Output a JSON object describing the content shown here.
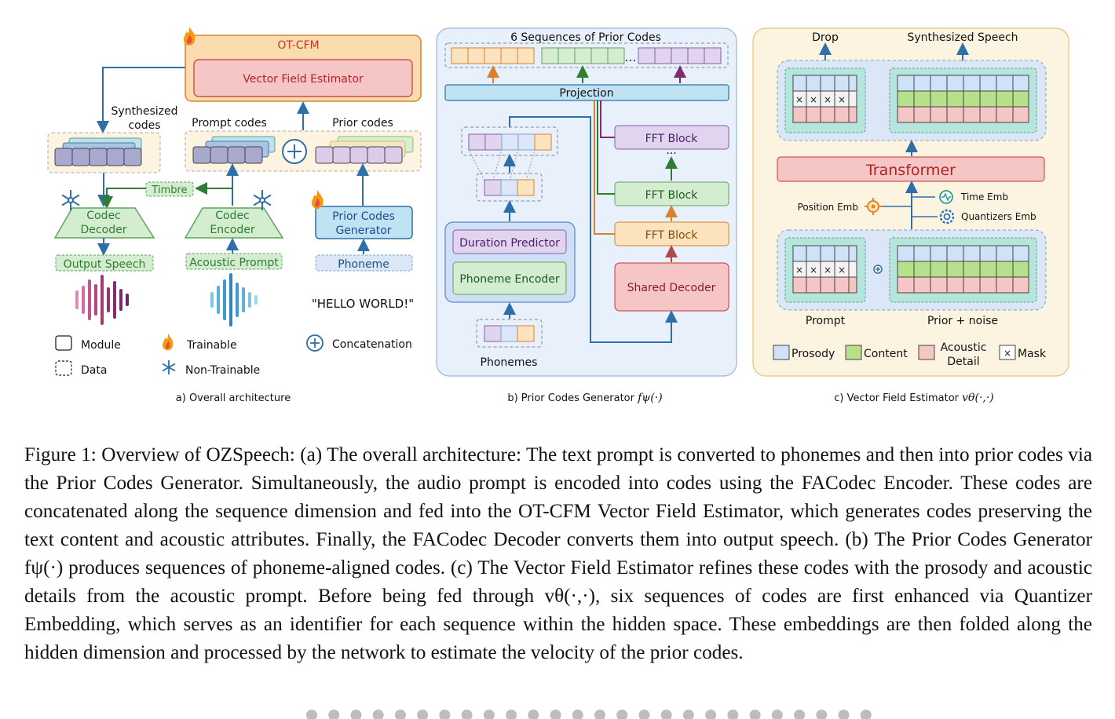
{
  "panel_a": {
    "ot_cfm": "OT-CFM",
    "vfe": "Vector Field Estimator",
    "synth_codes_1": "Synthesized",
    "synth_codes_2": "codes",
    "prompt_codes": "Prompt codes",
    "prior_codes": "Prior codes",
    "timbre": "Timbre",
    "codec_decoder_1": "Codec",
    "codec_decoder_2": "Decoder",
    "codec_encoder_1": "Codec",
    "codec_encoder_2": "Encoder",
    "pcg_1": "Prior Codes",
    "pcg_2": "Generator",
    "output_speech": "Output Speech",
    "acoustic_prompt": "Acoustic Prompt",
    "phoneme": "Phoneme",
    "hello": "\"HELLO WORLD!\"",
    "legend_module": "Module",
    "legend_trainable": "Trainable",
    "legend_concat": "Concatenation",
    "legend_data": "Data",
    "legend_nontrainable": "Non-Trainable",
    "caption": "a) Overall architecture"
  },
  "panel_b": {
    "title": "6 Sequences of Prior Codes",
    "projection": "Projection",
    "fft1": "FFT Block",
    "fft2": "FFT Block",
    "fft3": "FFT Block",
    "ellipsis": "···",
    "ellipsis2": "…",
    "duration_predictor": "Duration Predictor",
    "phoneme_encoder": "Phoneme Encoder",
    "shared_decoder": "Shared Decoder",
    "phonemes": "Phonemes",
    "caption_pre": "b) Prior Codes Generator ",
    "caption_math": "fψ(·)"
  },
  "panel_c": {
    "drop": "Drop",
    "synth_speech": "Synthesized Speech",
    "transformer": "Transformer",
    "position_emb": "Position Emb",
    "time_emb": "Time Emb",
    "quantizers_emb": "Quantizers Emb",
    "prompt": "Prompt",
    "prior_noise": "Prior + noise",
    "mask_mark": "×",
    "legend_prosody": "Prosody",
    "legend_content": "Content",
    "legend_acoustic_1": "Acoustic",
    "legend_acoustic_2": "Detail",
    "legend_mask": "Mask",
    "caption_pre": "c) Vector Field Estimator ",
    "caption_math": "vθ(·,·)"
  },
  "caption": {
    "text": "Figure 1: Overview of OZSpeech: (a) The overall architecture: The text prompt is converted to phonemes and then into prior codes via the Prior Codes Generator. Simultaneously, the audio prompt is encoded into codes using the FACodec Encoder. These codes are concatenated along the sequence dimension and fed into the OT-CFM Vector Field Estimator, which generates codes preserving the text content and acoustic attributes. Finally, the FACodec Decoder converts them into output speech. (b) The Prior Codes Generator fψ(·) produces sequences of phoneme-aligned codes. (c) The Vector Field Estimator refines these codes with the prosody and acoustic details from the acoustic prompt. Before being fed through vθ(·,·), six sequences of codes are first enhanced via Quantizer Embedding, which serves as an identifier for each sequence within the hidden space. These embeddings are then folded along the hidden dimension and processed by the network to estimate the velocity of the prior codes."
  },
  "colors": {
    "prosody": "#cfe2f7",
    "content": "#b6e08a",
    "acoustic": "#f6c6c6",
    "arrow": "#2f6fa7",
    "module_green": "#d4ecd0",
    "orange_panel": "#fdf3e1"
  }
}
